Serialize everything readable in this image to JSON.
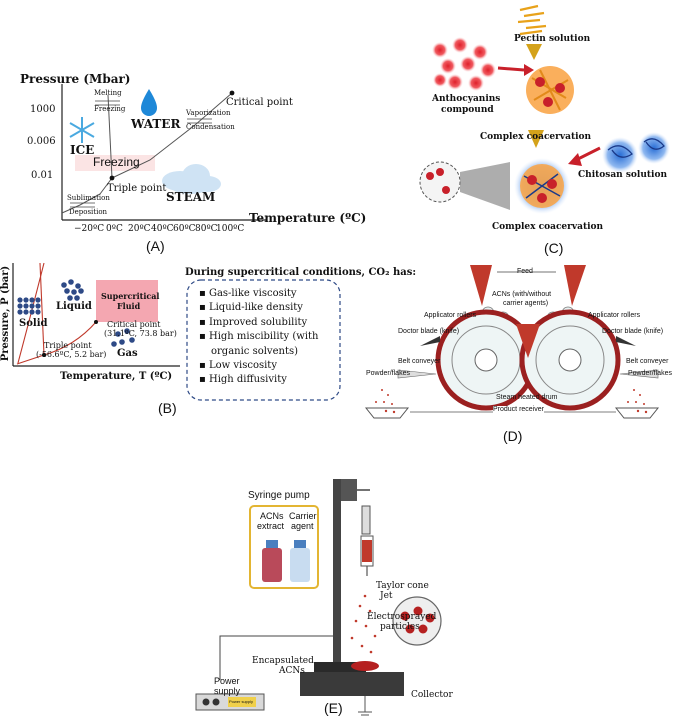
{
  "panelA": {
    "label": "(A)",
    "y_axis_title": "Pressure (Mbar)",
    "x_axis_title": "Temperature (ºC)",
    "y_ticks": [
      "1000",
      "0.006",
      "0.01"
    ],
    "x_ticks": [
      "−20ºC",
      "0ºC",
      "20ºC",
      "40ºC",
      "60ºC",
      "80ºC",
      "100ºC"
    ],
    "water_label": "WATER",
    "ice_label": "ICE",
    "steam_label": "STEAM",
    "freezing_label": "Freezing",
    "melting": "Melting",
    "freezing_small": "Freezing",
    "vaporization": "Vaporization",
    "condensation": "Condensation",
    "sublimation": "Sublimation",
    "deposition": "Deposition",
    "triple_point": "Triple point",
    "critical_point": "Critical point"
  },
  "panelB": {
    "label": "(B)",
    "y_axis_title": "Pressure, P (bar)",
    "x_axis_title": "Temperature, T (ºC)",
    "solid": "Solid",
    "liquid": "Liquid",
    "gas": "Gas",
    "supercritical_1": "Supercritical",
    "supercritical_2": "Fluid",
    "critical_1": "Critical point",
    "critical_2": "(31.1ºC, 73.8 bar)",
    "triple_1": "Triple point",
    "triple_2": "(-56.6ºC, 5.2 bar)",
    "heading": "During supercritical conditions, CO₂ has:",
    "properties": [
      "Gas-like viscosity",
      "Liquid-like density",
      "Improved solubility",
      "High miscibility (with",
      "organic solvents)",
      "Low viscosity",
      "High diffusivity"
    ]
  },
  "panelC": {
    "label": "(C)",
    "pectin": "Pectin solution",
    "anthocyanins_1": "Anthocyanins",
    "anthocyanins_2": "compound",
    "coacervation_top": "Complex coacervation",
    "chitosan": "Chitosan solution",
    "coacervation_bottom": "Complex coacervation"
  },
  "panelD": {
    "label": "(D)",
    "feed": "Feed",
    "acns_1": "ACNs (with/without",
    "acns_2": "carrier agents)",
    "applicator_left": "Applicator rollers",
    "applicator_right": "Applicator rollers",
    "doctor_left": "Doctor blade (knife)",
    "doctor_right": "Doctor blade (knife)",
    "belt_left": "Belt conveyer",
    "belt_right": "Belt conveyer",
    "powder_left": "Powder/flakes",
    "powder_right": "Powder/flakes",
    "drum": "Steam heated drum",
    "receiver": "Product receiver"
  },
  "panelE": {
    "label": "(E)",
    "syringe_pump": "Syringe pump",
    "acns_extract_1": "ACNs",
    "acns_extract_2": "extract",
    "carrier_1": "Carrier",
    "carrier_2": "agent",
    "taylor": "Taylor cone",
    "jet": "Jet",
    "electro_1": "Electrosprayed",
    "electro_2": "particles",
    "encap_1": "Encapsulated",
    "encap_2": "ACNs",
    "power_1": "Power",
    "power_2": "supply",
    "collector": "Collector",
    "psu_screen": "Power supply"
  },
  "colors": {
    "red": "#c0392b",
    "deep_red": "#a31515",
    "blue_dot": "#2e4a86",
    "pink": "#f6c1c6",
    "gold": "#e8b22e",
    "dark": "#333333"
  }
}
